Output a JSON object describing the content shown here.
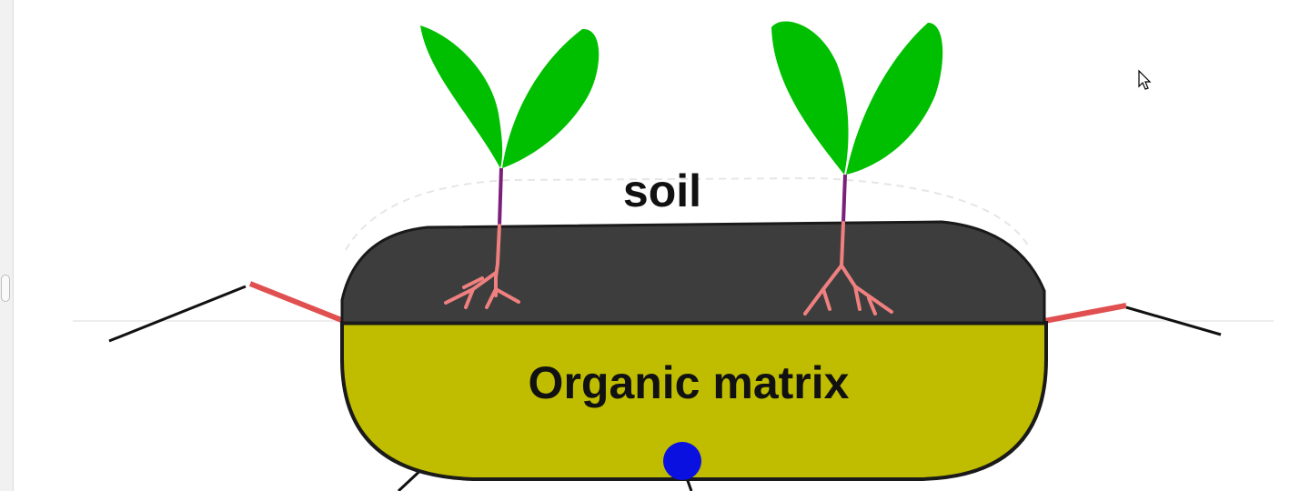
{
  "diagram": {
    "soil_label": "soil",
    "matrix_label": "Organic matrix"
  },
  "colors": {
    "soil_fill": "#3d3d3d",
    "matrix_fill": "#c0bd00",
    "leaf_fill": "#00bf00",
    "stem": "#7a1f7a",
    "roots": "#f08080",
    "liner_segments": "#e05050",
    "ground_line": "#111111",
    "marker": "#0a10e0"
  },
  "icons": [
    "mouse-cursor-icon",
    "scroll-handle"
  ]
}
